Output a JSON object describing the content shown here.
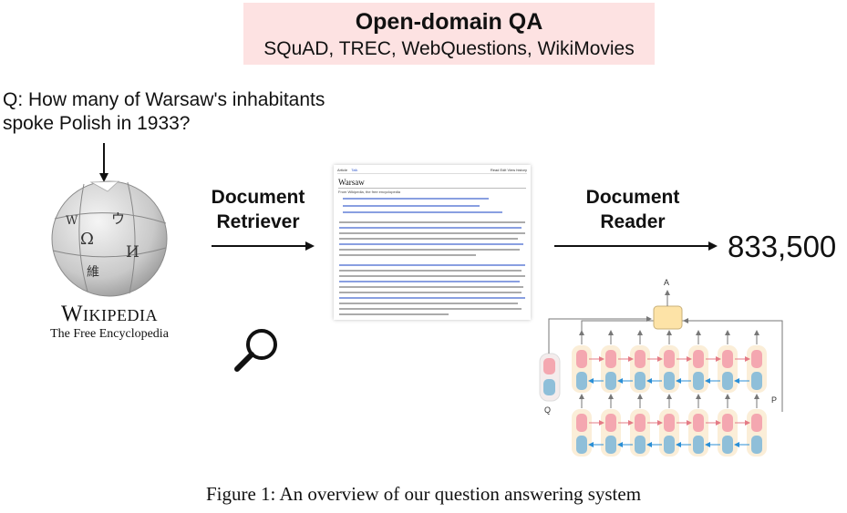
{
  "header": {
    "title": "Open-domain QA",
    "datasets": "SQuAD, TREC, WebQuestions, WikiMovies"
  },
  "question": {
    "line1": "Q:  How many of Warsaw's inhabitants",
    "line2": "spoke Polish in 1933?"
  },
  "wikipedia": {
    "name_first": "W",
    "name_rest": "IKIPEDIA",
    "tagline": "The Free Encyclopedia"
  },
  "retriever": {
    "line1": "Document",
    "line2": "Retriever"
  },
  "document": {
    "tab_article": "Article",
    "tab_talk": "Talk",
    "tab_actions": "Read  Edit  View history",
    "title": "Warsaw",
    "from": "From Wikipedia, the free encyclopedia"
  },
  "reader": {
    "line1": "Document",
    "line2": "Reader",
    "label_a": "A",
    "label_q": "Q",
    "label_p": "P"
  },
  "answer": "833,500",
  "caption": "Figure 1:   An overview of our question answering system",
  "colors": {
    "header_bg": "#fde2e2",
    "token_pink": "#f4a7b0",
    "token_blue": "#8fbfd9",
    "column_bg": "#fbeed8",
    "answer_box": "#fde3a7",
    "arrow_pink": "#e47b86",
    "arrow_blue": "#2b8fd6"
  }
}
